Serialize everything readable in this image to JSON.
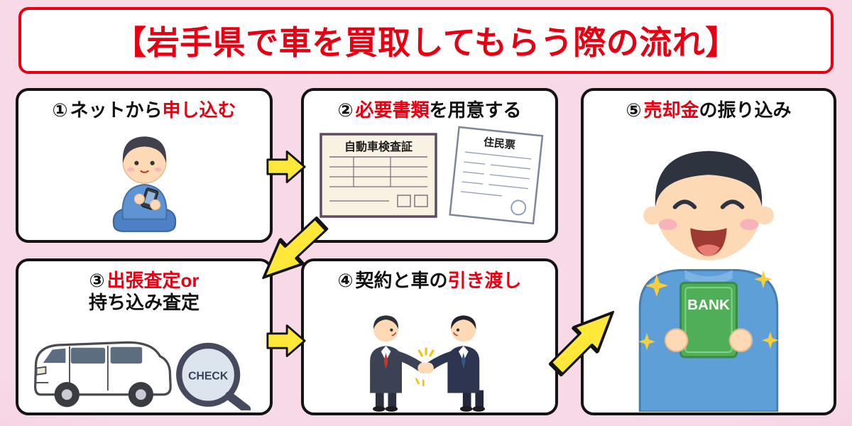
{
  "colors": {
    "background_center": "#f8d9e7",
    "background_edge": "#eab6d1",
    "accent_red": "#e60012",
    "arrow_yellow": "#ffe83a",
    "arrow_outline": "#141414",
    "panel_border": "#141414",
    "passbook_green": "#4fae58",
    "sweater_blue": "#5f9fd8",
    "suit_left": "#3b4254",
    "suit_right": "#2e3550"
  },
  "title": {
    "text": "【岩手県で車を買取してもらう際の流れ】"
  },
  "steps": {
    "step1": {
      "num": "①",
      "pre": "ネットから",
      "highlight": "申し込む",
      "post": ""
    },
    "step2": {
      "num": "②",
      "pre": "",
      "highlight": "必要書類",
      "post": "を用意する"
    },
    "step3": {
      "num": "③",
      "pre": "",
      "highlight": "出張査定or",
      "post": "",
      "line2": "持ち込み査定"
    },
    "step4": {
      "num": "④",
      "pre": "契約と車の",
      "highlight": "引き渡し",
      "post": ""
    },
    "step5": {
      "num": "⑤",
      "pre": "",
      "highlight": "売却金",
      "post": "の振り込み"
    }
  },
  "illustrations": {
    "document1_title": "自動車検査証",
    "document2_title": "住民票",
    "magnifier_label": "CHECK",
    "passbook_label": "BANK"
  }
}
